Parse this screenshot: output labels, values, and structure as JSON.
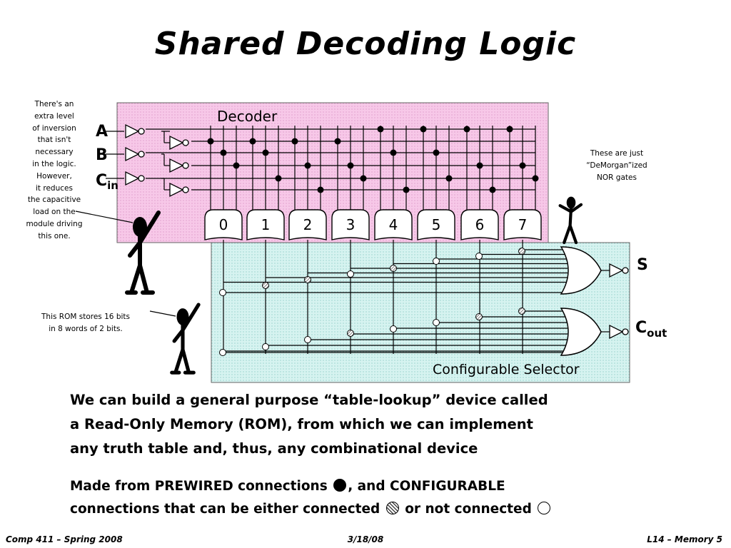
{
  "slide": {
    "title": "Shared Decoding Logic",
    "labels": {
      "decoder": "Decoder",
      "selector": "Configurable Selector",
      "input_a": "A",
      "input_b": "B",
      "input_c": "C",
      "input_c_sub": "in",
      "output_s": "S",
      "output_c": "C",
      "output_c_sub": "out",
      "gate_numbers": [
        "0",
        "1",
        "2",
        "3",
        "4",
        "5",
        "6",
        "7"
      ]
    },
    "notes": {
      "inversion": [
        "There's an",
        "extra level",
        "of inversion",
        "that isn't",
        "necessary",
        "in the logic.",
        "However,",
        "it reduces",
        "the capacitive",
        "load on the",
        "module driving",
        "this one."
      ],
      "demorgan": [
        "These are just",
        "“DeMorgan”ized",
        "NOR gates"
      ],
      "rom": [
        "This ROM stores 16 bits",
        "in 8 words of  2 bits."
      ]
    },
    "bullets": {
      "b1_lines": [
        "We can build a general purpose “table-lookup” device called",
        "a Read-Only Memory (ROM), from which we can implement",
        "any truth table and, thus, any combinational device"
      ],
      "b2_part1": "Made from PREWIRED connections",
      "b2_part2": ", and CONFIGURABLE",
      "b2_part3": "connections that can be either connected",
      "b2_part4": "or not connected"
    },
    "footer": {
      "left": "Comp 411 – Spring 2008",
      "center": "3/18/08",
      "right": "L14 – Memory   5"
    }
  },
  "colors": {
    "decoder_bg": "#f7c8e8",
    "selector_bg": "#d6f3f0",
    "ink": "#000000"
  }
}
